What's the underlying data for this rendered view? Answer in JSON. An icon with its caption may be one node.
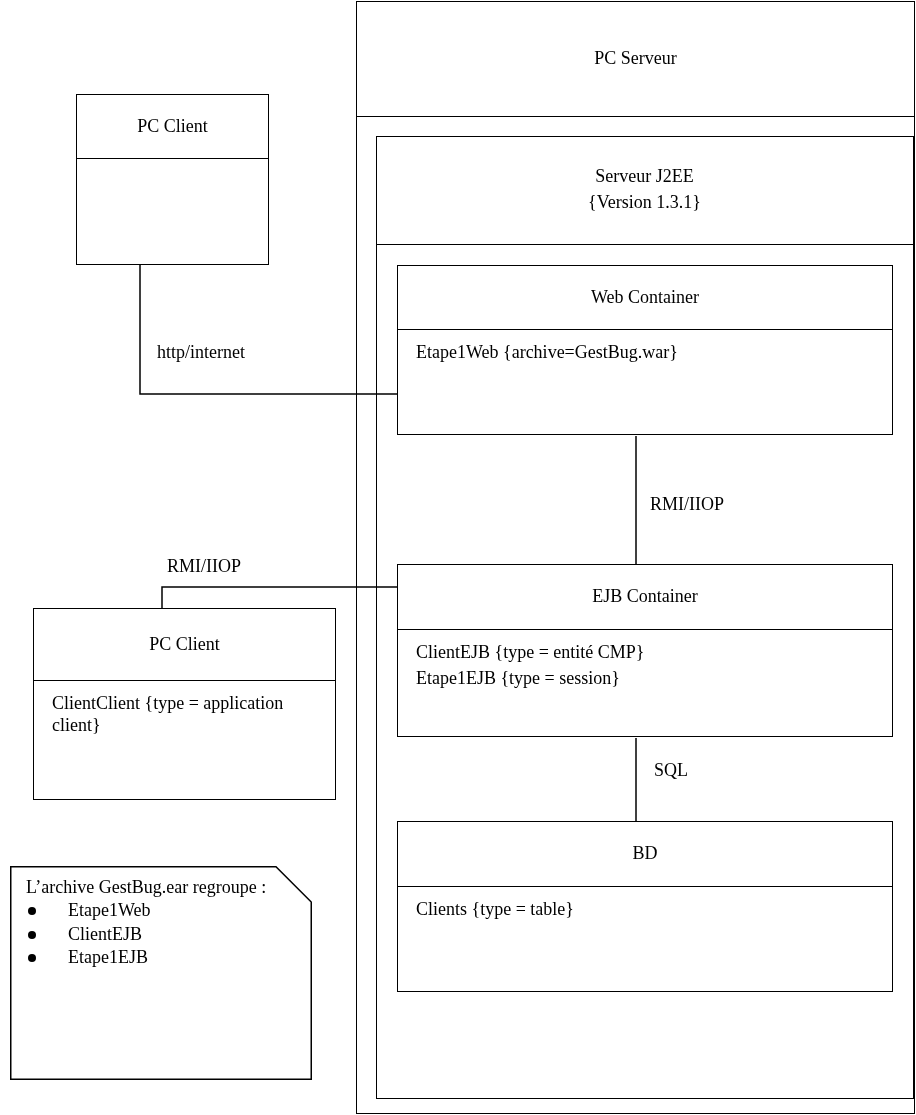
{
  "diagram": {
    "nodes": [
      {
        "text": [
          "PC Serveur"
        ]
      },
      {
        "text": [
          "Serveur J2EE",
          "{Version 1.3.1}"
        ],
        "in": 0
      },
      {
        "text": [
          "Web Container",
          "Etape1Web {archive=GestBug.war}"
        ],
        "in": 1
      },
      {
        "text": [
          "EJB Container",
          "ClientEJB {type = entité CMP}",
          "Etape1EJB {type = session}"
        ],
        "in": 1
      },
      {
        "text": [
          "BD",
          "Clients {type = table}"
        ],
        "in": 1
      },
      {
        "text": [
          "PC Client"
        ]
      },
      {
        "text": [
          "PC Client",
          "ClientClient {type = application client}"
        ]
      },
      {
        "text": [
          "L’archive GestBug.ear regroupe :",
          "Etape1Web",
          "ClientEJB",
          "Etape1EJB"
        ]
      }
    ],
    "edges": [
      {
        "from": 5,
        "to": 2,
        "arrow": "none",
        "label": "http/internet"
      },
      {
        "from": 6,
        "to": 3,
        "arrow": "none",
        "label": "RMI/IIOP"
      },
      {
        "from": 2,
        "to": 3,
        "arrow": "none",
        "label": "RMI/IIOP"
      },
      {
        "from": 3,
        "to": 4,
        "arrow": "none",
        "label": "SQL"
      }
    ]
  }
}
